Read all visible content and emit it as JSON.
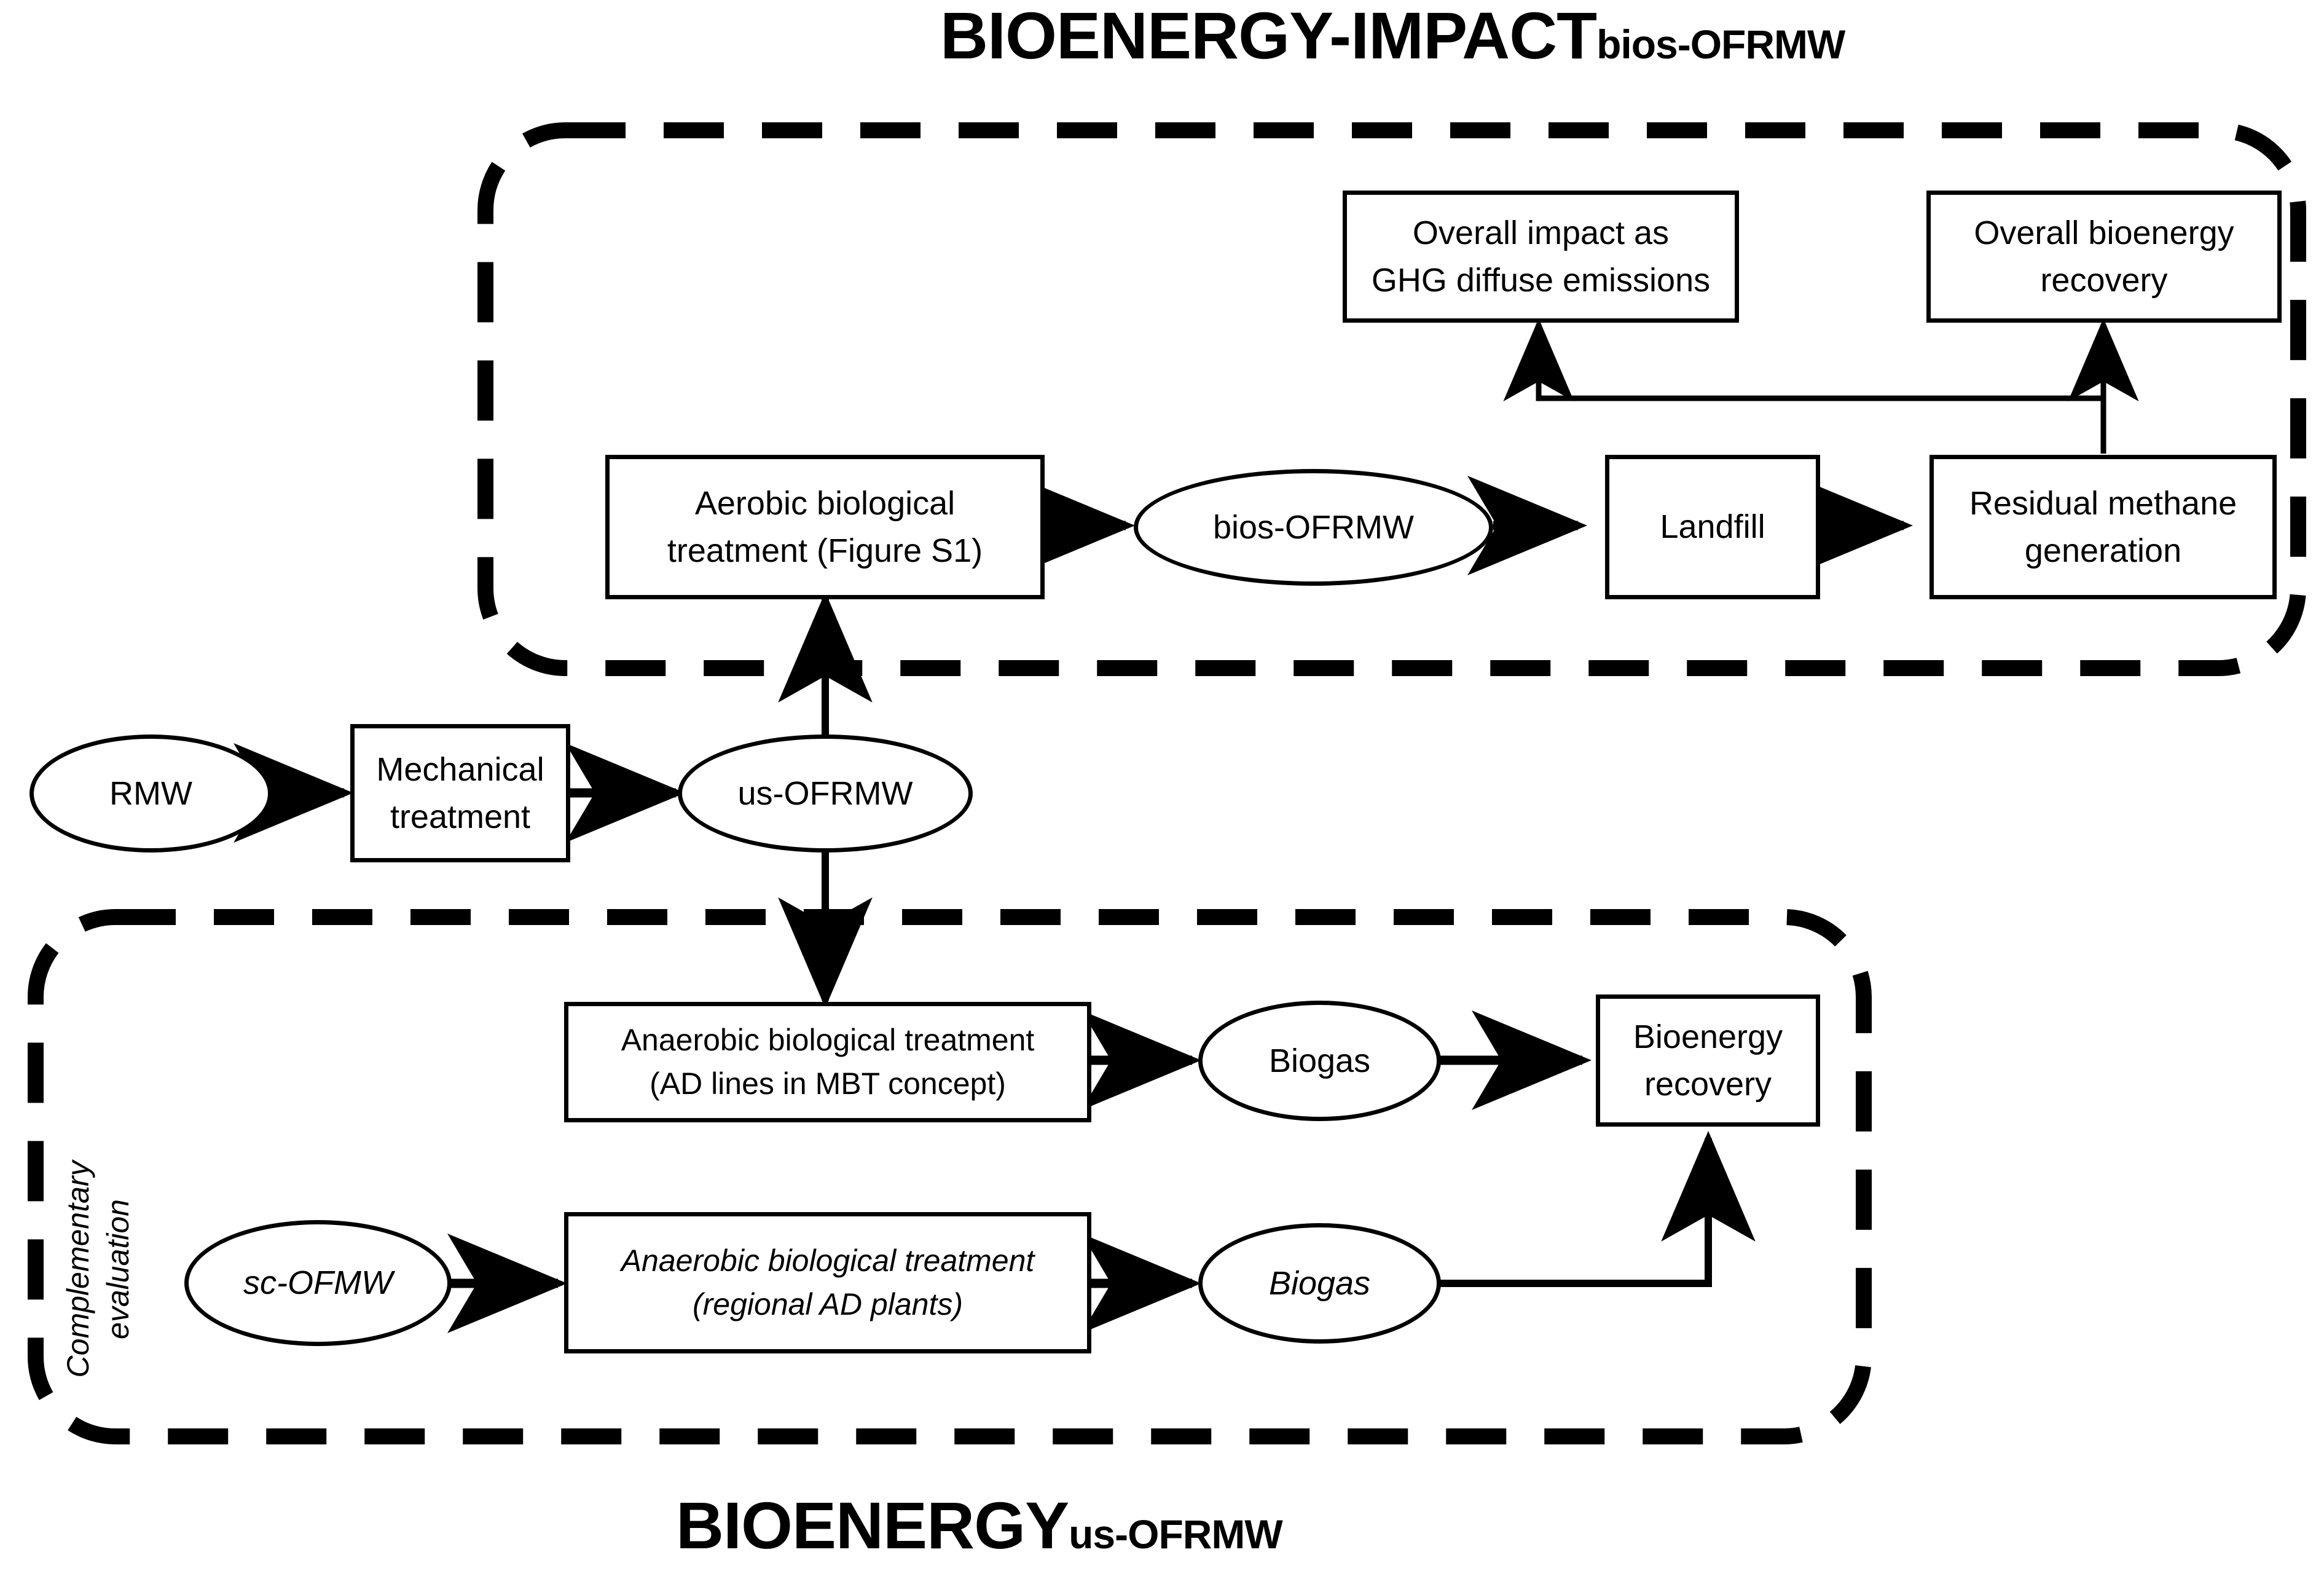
{
  "titles": {
    "top": {
      "main": "BIOENERGY-IMPACT",
      "sub": "bios-OFRMW"
    },
    "bottom": {
      "main": "BIOENERGY",
      "sub": "us-OFRMW"
    }
  },
  "groups": {
    "top_group": {
      "name": "bioenergy-impact-bios-ofrmw-group",
      "style": "dashed-rounded-rectangle"
    },
    "bottom_group": {
      "name": "bioenergy-us-ofrmw-group",
      "style": "dashed-rounded-rectangle"
    },
    "bottom_group_side_label": "Complementary\nevaluation"
  },
  "nodes": {
    "overall_impact": {
      "label": "Overall impact as\nGHG diffuse emissions",
      "shape": "rect"
    },
    "overall_bioenergy": {
      "label": "Overall bioenergy\nrecovery",
      "shape": "rect"
    },
    "aerobic": {
      "label": "Aerobic biological\ntreatment (Figure S1)",
      "shape": "rect"
    },
    "bios_ofrmw": {
      "label": "bios-OFRMW",
      "shape": "ellipse"
    },
    "landfill": {
      "label": "Landfill",
      "shape": "rect"
    },
    "residual_methane": {
      "label": "Residual methane\ngeneration",
      "shape": "rect"
    },
    "rmw": {
      "label": "RMW",
      "shape": "ellipse"
    },
    "mechanical": {
      "label": "Mechanical\ntreatment",
      "shape": "rect"
    },
    "us_ofrmw": {
      "label": "us-OFRMW",
      "shape": "ellipse"
    },
    "anaerobic_mbt": {
      "label": "Anaerobic biological treatment\n(AD lines in MBT concept)",
      "shape": "rect"
    },
    "biogas_mbt": {
      "label": "Biogas",
      "shape": "ellipse"
    },
    "bioenergy_recovery": {
      "label": "Bioenergy\nrecovery",
      "shape": "rect"
    },
    "sc_ofmw": {
      "label": "sc-OFMW",
      "shape": "ellipse",
      "italic": true
    },
    "anaerobic_regional": {
      "label": "Anaerobic biological treatment\n(regional AD plants)",
      "shape": "rect",
      "italic": true
    },
    "biogas_regional": {
      "label": "Biogas",
      "shape": "ellipse",
      "italic": true
    }
  },
  "edges": [
    {
      "name": "rmw-to-mechanical",
      "from": "rmw",
      "to": "mechanical",
      "arrow": true
    },
    {
      "name": "mechanical-to-us-ofrmw",
      "from": "mechanical",
      "to": "us_ofrmw",
      "arrow": true
    },
    {
      "name": "us-ofrmw-to-aerobic",
      "from": "us_ofrmw",
      "to": "aerobic",
      "arrow": true
    },
    {
      "name": "us-ofrmw-to-anaerobic-mbt",
      "from": "us_ofrmw",
      "to": "anaerobic_mbt",
      "arrow": true
    },
    {
      "name": "aerobic-to-bios-ofrmw",
      "from": "aerobic",
      "to": "bios_ofrmw",
      "arrow": true
    },
    {
      "name": "bios-ofrmw-to-landfill",
      "from": "bios_ofrmw",
      "to": "landfill",
      "arrow": true
    },
    {
      "name": "landfill-to-residual-methane",
      "from": "landfill",
      "to": "residual_methane",
      "arrow": true
    },
    {
      "name": "residual-methane-to-overall-bioenergy",
      "from": "residual_methane",
      "to": "overall_bioenergy",
      "arrow": true
    },
    {
      "name": "residual-methane-to-overall-impact",
      "from": "residual_methane",
      "to": "overall_impact",
      "arrow": true
    },
    {
      "name": "anaerobic-mbt-to-biogas",
      "from": "anaerobic_mbt",
      "to": "biogas_mbt",
      "arrow": true
    },
    {
      "name": "biogas-to-bioenergy-recovery",
      "from": "biogas_mbt",
      "to": "bioenergy_recovery",
      "arrow": true
    },
    {
      "name": "sc-ofmw-to-anaerobic-regional",
      "from": "sc_ofmw",
      "to": "anaerobic_regional",
      "arrow": true
    },
    {
      "name": "anaerobic-regional-to-biogas",
      "from": "anaerobic_regional",
      "to": "biogas_regional",
      "arrow": true
    },
    {
      "name": "biogas-regional-to-bioenergy-recovery",
      "from": "biogas_regional",
      "to": "bioenergy_recovery",
      "arrow": true
    }
  ],
  "colors": {
    "stroke": "#000000",
    "background": "#ffffff"
  }
}
